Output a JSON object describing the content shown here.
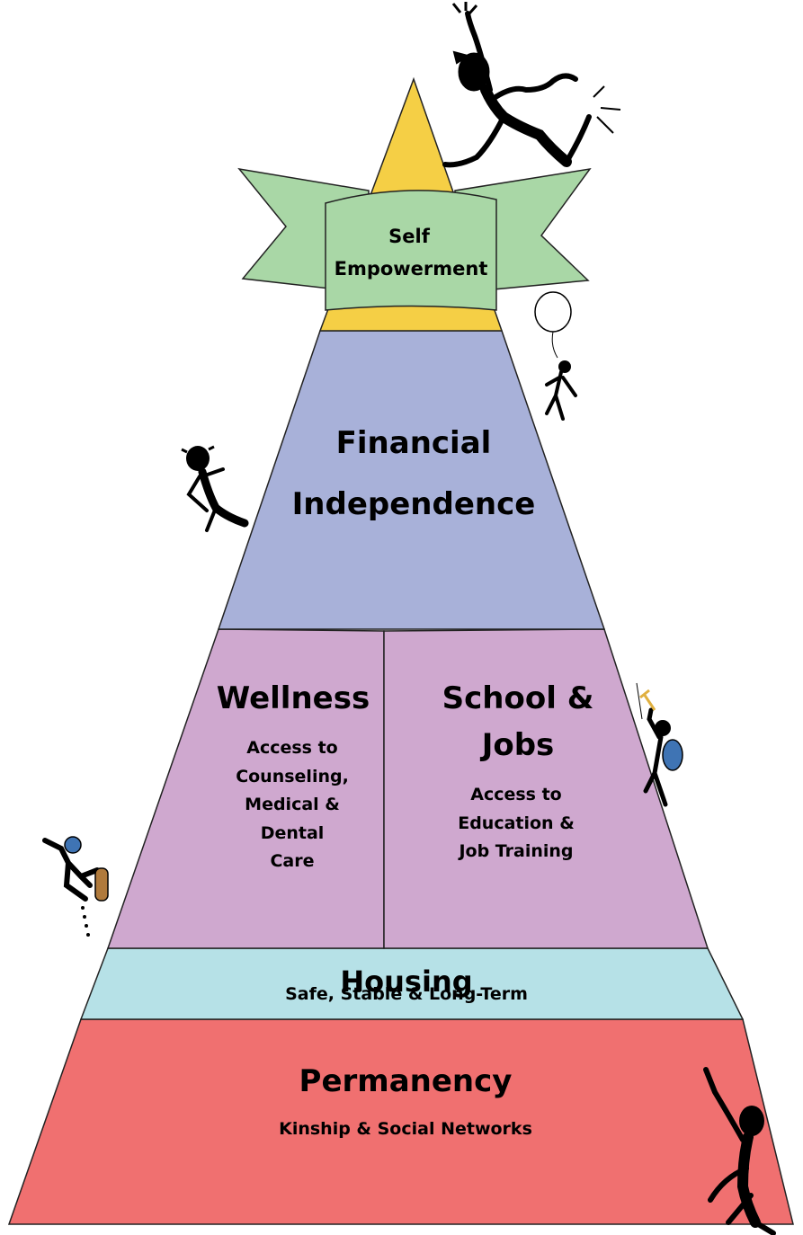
{
  "colors": {
    "apex": "#f5cf45",
    "ribbon": "#a9d7a6",
    "financial": "#a8b1d9",
    "wellness": "#cfa8cf",
    "housing": "#b6e1e7",
    "permanency": "#f07070"
  },
  "apex": {
    "line1": "Self",
    "line2": "Empowerment"
  },
  "financial": {
    "line1": "Financial",
    "line2": "Independence"
  },
  "wellness": {
    "title": "Wellness",
    "desc1": "Access to",
    "desc2": "Counseling,",
    "desc3": "Medical &",
    "desc4": "Dental",
    "desc5": "Care"
  },
  "school_jobs": {
    "title1": "School &",
    "title2": "Jobs",
    "desc1": "Access to",
    "desc2": "Education &",
    "desc3": "Job Training"
  },
  "housing": {
    "title": "Housing",
    "desc": "Safe, Stable & Long-Term"
  },
  "permanency": {
    "title": "Permanency",
    "desc": "Kinship & Social Networks"
  },
  "figures": [
    "jumping-figure",
    "balloon-figure",
    "climbing-figure",
    "hiker-figure",
    "skateboard-figure",
    "pointing-figure"
  ]
}
